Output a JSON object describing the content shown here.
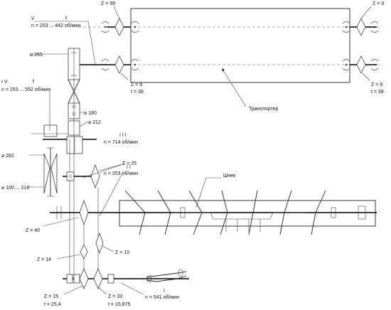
{
  "labels": {
    "z99": "Z = 99",
    "z9_top_right": "Z = 9",
    "shaft_v_roman": "V",
    "shaft_v_f": "f",
    "shaft_v_speed": "n = 203 ... 442 об/мин",
    "pulley_265": "⌀ 265",
    "z9_left": "Z = 9",
    "t38_left": "t = 38",
    "z9_right": "Z = 9",
    "t38_right": "t = 38",
    "conveyor": "Транспортер",
    "shaft_iv_roman": "I V",
    "shaft_iv_f": "f",
    "shaft_iv_speed": "n = 253 ... 552 об/мин",
    "pulley_180": "⌀ 180",
    "pulley_212": "⌀ 212",
    "pulley_282": "⌀ 282",
    "shaft_iii_roman": "I I I",
    "shaft_iii_speed": "n = 714 об/мин",
    "z25": "Z = 25",
    "shaft_ii_roman": "I I",
    "shaft_ii_speed": "n = 203 об/мин",
    "pulley_100_218": "⌀ 100 ... 218",
    "auger": "Шнек",
    "z40": "Z = 40",
    "z15_mid": "Z = 15",
    "z14": "Z = 14",
    "z15_bottom": "Z = 15",
    "t25": "t = 25,4",
    "z33": "Z = 33",
    "t15": "t = 15,875",
    "shaft_i_roman": "I",
    "shaft_i_speed": "n = 541 об/мин"
  }
}
